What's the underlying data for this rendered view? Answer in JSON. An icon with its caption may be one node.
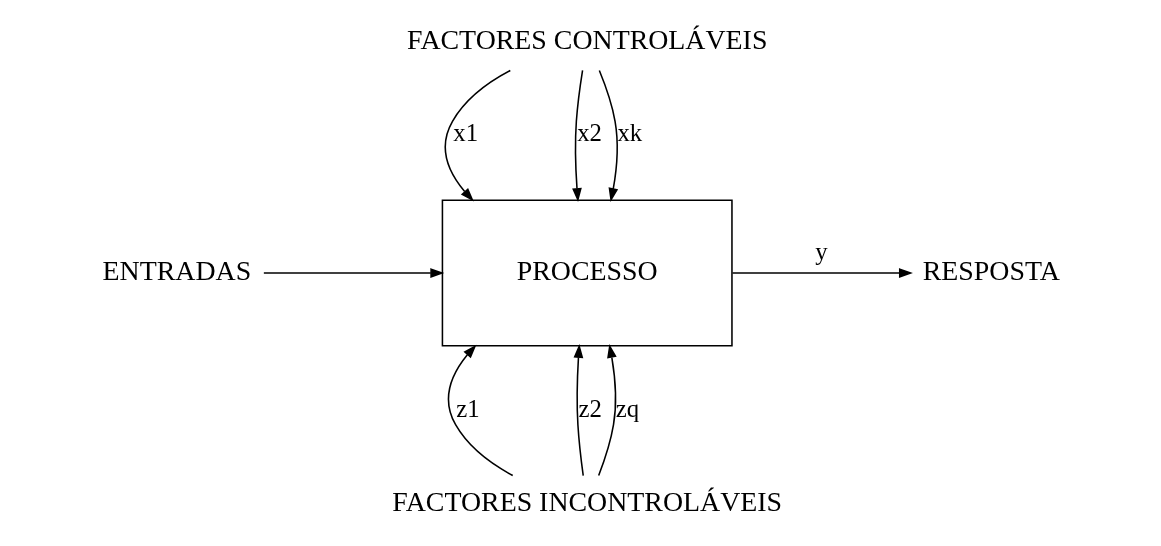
{
  "diagram": {
    "nodes": [
      {
        "text": [
          "FACTORES CONTROLÁVEIS"
        ]
      },
      {
        "text": [
          "ENTRADAS"
        ]
      },
      {
        "text": [
          "PROCESSO"
        ]
      },
      {
        "text": [
          "RESPOSTA"
        ]
      },
      {
        "text": [
          "FACTORES INCONTROLÁVEIS"
        ]
      }
    ],
    "edges": [
      {
        "from": 0,
        "to": 2,
        "arrow": "to",
        "label": "x1"
      },
      {
        "from": 0,
        "to": 2,
        "arrow": "to",
        "label": "x2"
      },
      {
        "from": 0,
        "to": 2,
        "arrow": "to",
        "label": "xk"
      },
      {
        "from": 1,
        "to": 2,
        "arrow": "to"
      },
      {
        "from": 2,
        "to": 3,
        "arrow": "to",
        "label": "y"
      },
      {
        "from": 4,
        "to": 2,
        "arrow": "to",
        "label": "z1"
      },
      {
        "from": 4,
        "to": 2,
        "arrow": "to",
        "label": "z2"
      },
      {
        "from": 4,
        "to": 2,
        "arrow": "to",
        "label": "zq"
      }
    ]
  }
}
